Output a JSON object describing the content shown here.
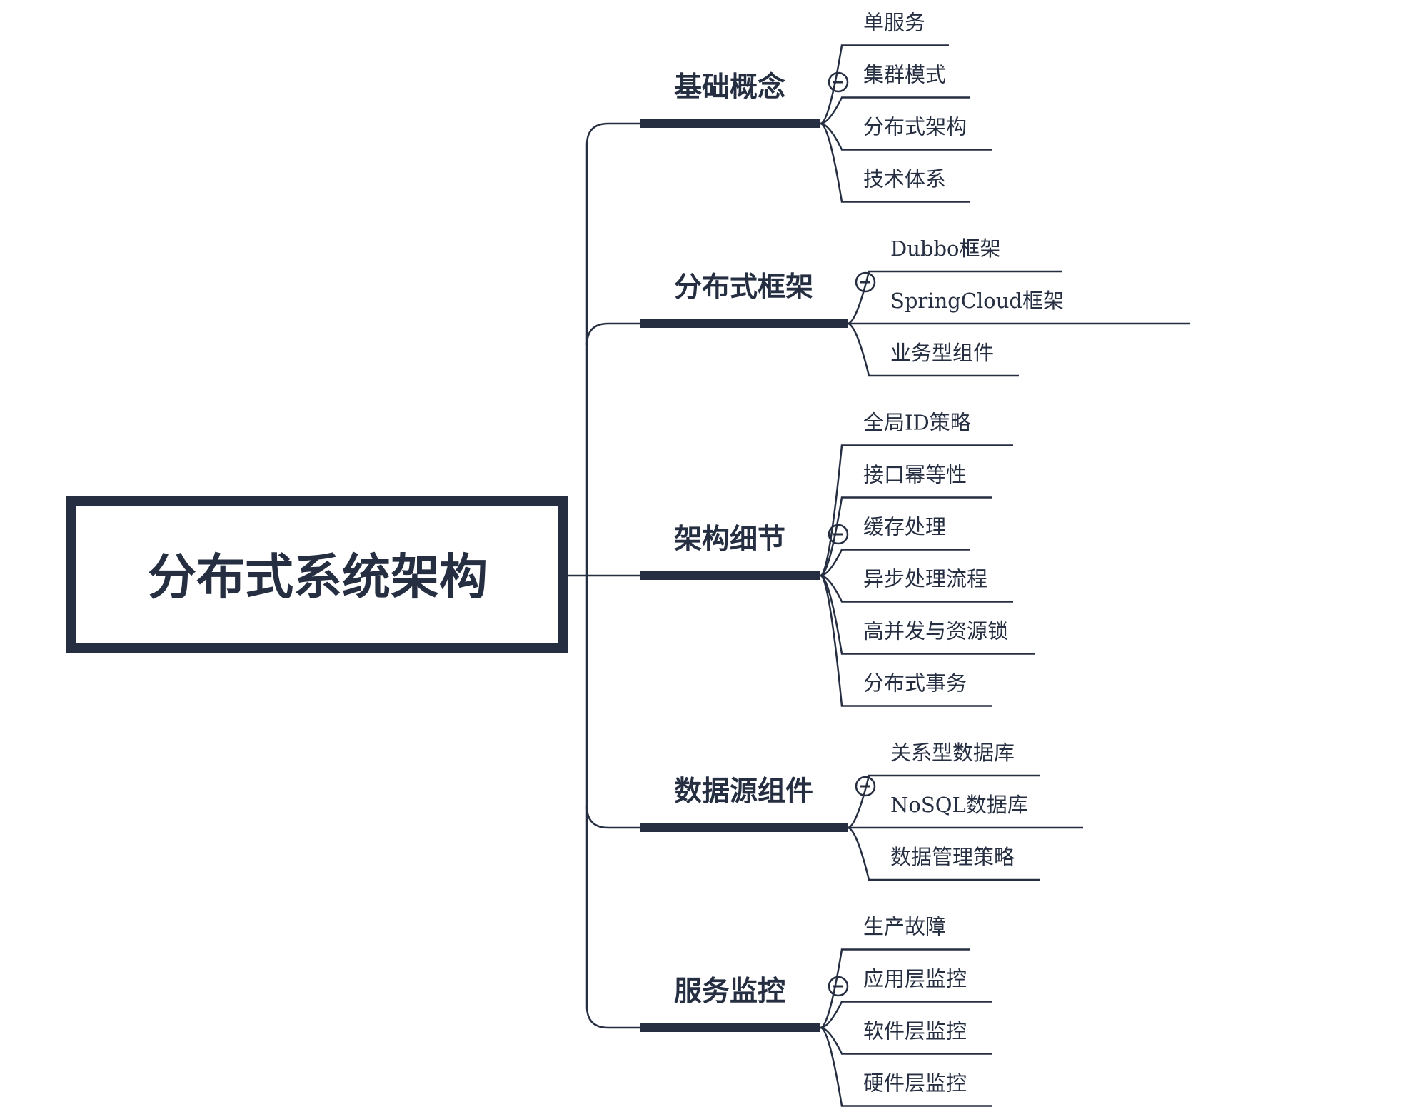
{
  "colors": {
    "ink": "#262f42",
    "background": "#ffffff"
  },
  "root": {
    "label": "分布式系统架构"
  },
  "branches": [
    {
      "id": "basics",
      "label": "基础概念",
      "collapse_icon": "minus-circle-icon",
      "children": [
        "单服务",
        "集群模式",
        "分布式架构",
        "技术体系"
      ]
    },
    {
      "id": "frameworks",
      "label": "分布式框架",
      "collapse_icon": "minus-circle-icon",
      "children": [
        "Dubbo框架",
        "SpringCloud框架",
        "业务型组件"
      ]
    },
    {
      "id": "details",
      "label": "架构细节",
      "collapse_icon": "minus-circle-icon",
      "children": [
        "全局ID策略",
        "接口幂等性",
        "缓存处理",
        "异步处理流程",
        "高并发与资源锁",
        "分布式事务"
      ]
    },
    {
      "id": "datasource",
      "label": "数据源组件",
      "collapse_icon": "minus-circle-icon",
      "children": [
        "关系型数据库",
        "NoSQL数据库",
        "数据管理策略"
      ]
    },
    {
      "id": "monitoring",
      "label": "服务监控",
      "collapse_icon": "minus-circle-icon",
      "children": [
        "生产故障",
        "应用层监控",
        "软件层监控",
        "硬件层监控"
      ]
    }
  ]
}
